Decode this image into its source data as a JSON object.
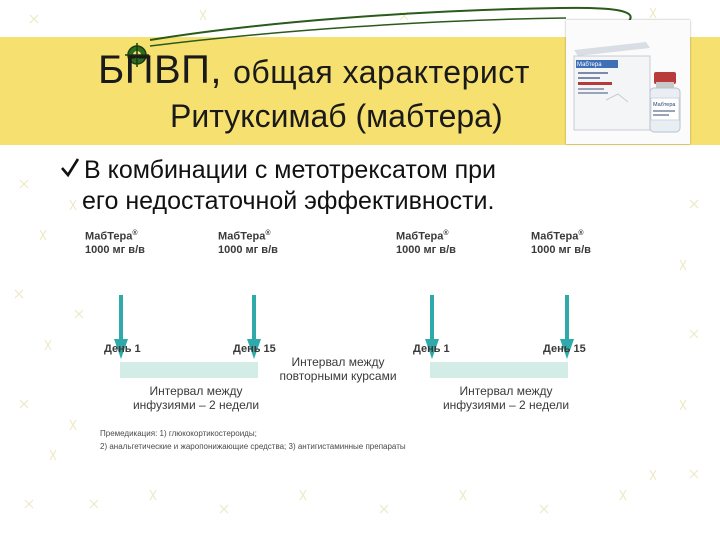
{
  "title": {
    "abbr": "БПВП,",
    "rest": "общая характерист",
    "subtitle": "Ритуксимаб  (мабтера)"
  },
  "bullet": {
    "line1": "В комбинации с метотрексатом при",
    "line2": "его недостаточной эффективности."
  },
  "photo": {
    "box_label": "Мабтера",
    "vial_label": "Мабтера"
  },
  "diagram": {
    "doses": [
      {
        "name": "МабТера",
        "reg": "®",
        "dose": "1000 мг в/в",
        "day": "День 1"
      },
      {
        "name": "МабТера",
        "reg": "®",
        "dose": "1000 мг в/в",
        "day": "День 15"
      },
      {
        "name": "МабТера",
        "reg": "®",
        "dose": "1000 мг в/в",
        "day": "День 1"
      },
      {
        "name": "МабТера",
        "reg": "®",
        "dose": "1000 мг в/в",
        "day": "День 15"
      }
    ],
    "interval_left": {
      "line1": "Интервал между",
      "line2": "инфузиями – 2 недели"
    },
    "interval_middle": {
      "line1": "Интервал между",
      "line2": "повторными курсами"
    },
    "interval_right": {
      "line1": "Интервал между",
      "line2": "инфузиями – 2 недели"
    },
    "premed": {
      "line1": "Премедикация: 1) глюкокортикостероиды;",
      "line2": "2) анальгетические и жаропонижающие средства; 3) антигистаминные препараты"
    }
  },
  "colors": {
    "title_band": "#f6e070",
    "arrow": "#2fa9a9",
    "interval_band": "#d4ece6"
  }
}
